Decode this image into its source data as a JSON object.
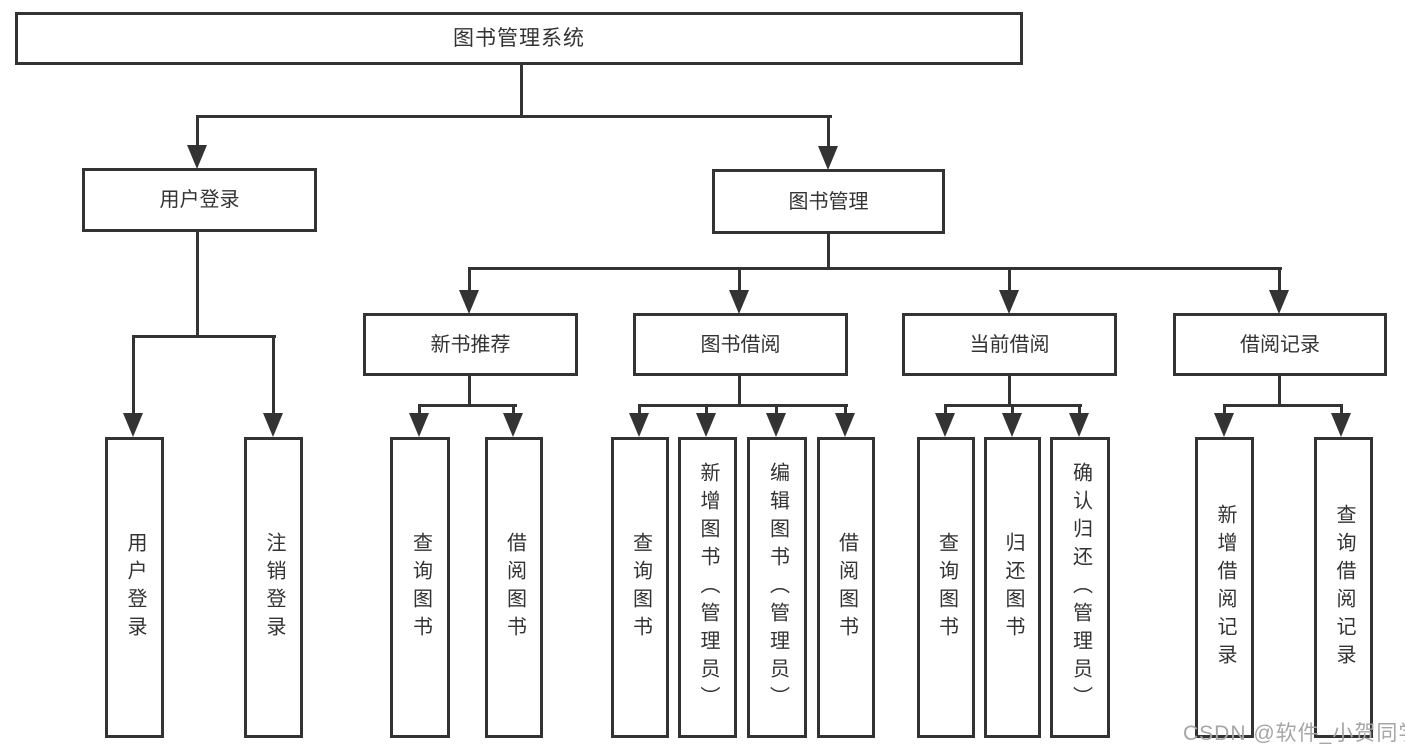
{
  "diagram": {
    "root": "图书管理系统",
    "level2": {
      "user_login": "用户登录",
      "book_mgmt": "图书管理"
    },
    "level3": {
      "new_books": "新书推荐",
      "book_borrow": "图书借阅",
      "current_borrow": "当前借阅",
      "borrow_records": "借阅记录"
    },
    "leaves": [
      "用户登录",
      "注销登录",
      "查询图书",
      "借阅图书",
      "查询图书",
      "新增图书（管理员）",
      "编辑图书（管理员）",
      "借阅图书",
      "查询图书",
      "归还图书",
      "确认归还（管理员）",
      "新增借阅记录",
      "查询借阅记录"
    ]
  },
  "watermark": "CSDN @软件_小贺同学",
  "colors": {
    "line": "#333333",
    "border": "#333333",
    "box_bg": "#ffffff",
    "text": "#333333",
    "watermark": "#a6a6a6"
  }
}
